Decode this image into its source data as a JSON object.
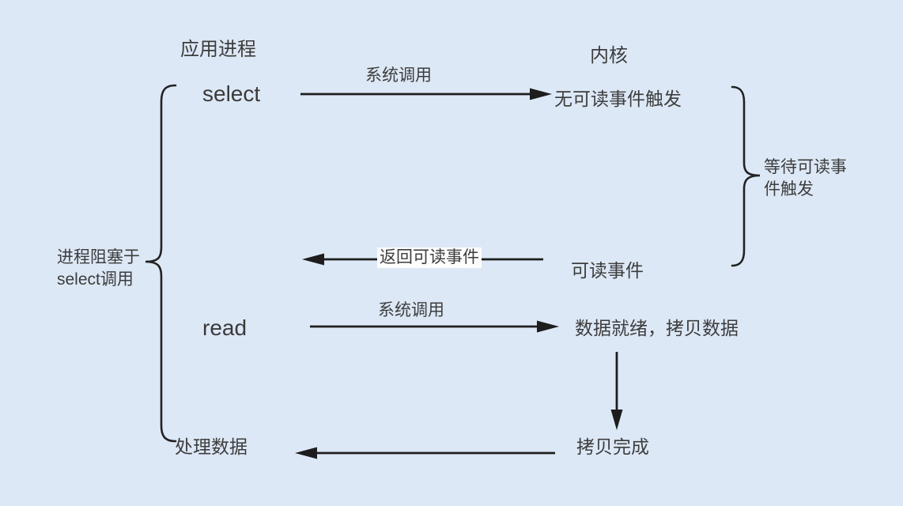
{
  "colors": {
    "background": "#dde8f6",
    "text": "#3d3d3d",
    "line": "#1d1d1d",
    "label_background": "#fdfdfd"
  },
  "headers": {
    "app_process": "应用进程",
    "kernel": "内核"
  },
  "nodes": {
    "select_call": "select",
    "read_call": "read",
    "process_data": "处理数据",
    "no_readable_event": "无可读事件触发",
    "readable_event": "可读事件",
    "data_ready": "数据就绪，拷贝数据",
    "copy_done": "拷贝完成"
  },
  "edges": {
    "syscall_select": "系统调用",
    "syscall_read": "系统调用",
    "return_readable_event": "返回可读事件"
  },
  "braces": {
    "left": {
      "label_line1": "进程阻塞于",
      "label_line2": "select调用"
    },
    "right": {
      "label_line1": "等待可读事",
      "label_line2": "件触发"
    }
  }
}
